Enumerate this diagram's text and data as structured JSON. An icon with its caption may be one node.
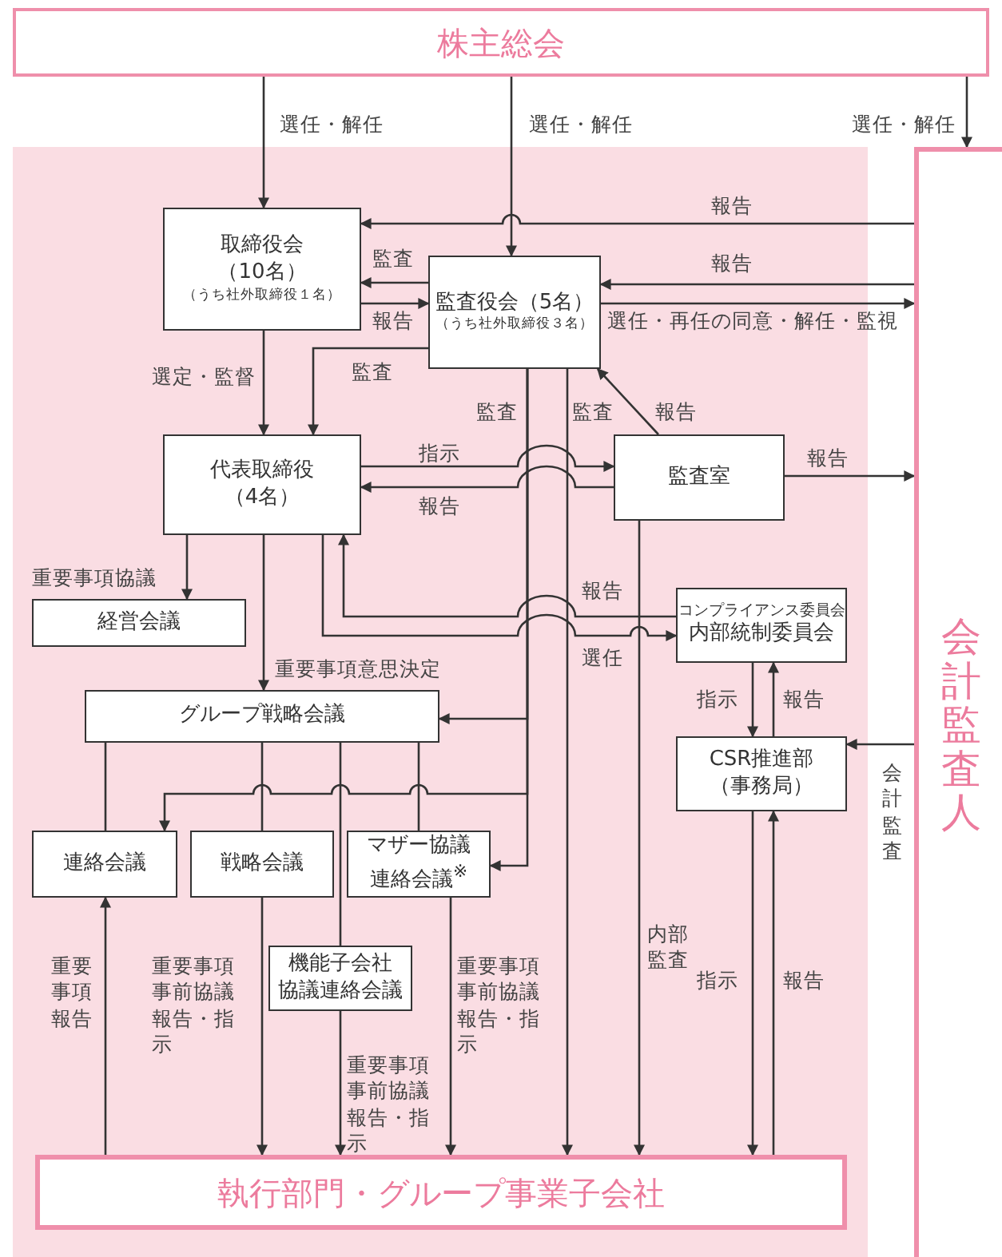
{
  "diagram": {
    "nodes": [
      {
        "text": [
          "株主総会"
        ]
      },
      {
        "text": [
          "取締役会",
          "（10名）",
          "（うち社外取締役１名）"
        ]
      },
      {
        "text": [
          "監査役会（5名）",
          "（うち社外取締役３名）"
        ]
      },
      {
        "text": [
          "代表取締役",
          "（4名）"
        ]
      },
      {
        "text": [
          "監査室"
        ]
      },
      {
        "text": [
          "経営会議"
        ]
      },
      {
        "text": [
          "コンプライアンス委員会",
          "内部統制委員会"
        ]
      },
      {
        "text": [
          "グループ戦略会議"
        ]
      },
      {
        "text": [
          "CSR推進部",
          "（事務局）"
        ]
      },
      {
        "text": [
          "連絡会議"
        ]
      },
      {
        "text": [
          "戦略会議"
        ]
      },
      {
        "text": [
          "マザー協議",
          "連絡会議$^{※}$"
        ]
      },
      {
        "text": [
          "機能子会社",
          "協議連絡会議"
        ]
      },
      {
        "text": [
          "執行部門・グループ事業子会社"
        ]
      },
      {
        "text": [
          "会計監査人"
        ]
      }
    ],
    "edges": [
      {
        "from": 0,
        "to": 1,
        "arrow": "to",
        "label": "選任・解任"
      },
      {
        "from": 0,
        "to": 2,
        "arrow": "to",
        "label": "選任・解任"
      },
      {
        "from": 0,
        "to": 14,
        "arrow": "to",
        "label": "選任・解任"
      },
      {
        "from": 14,
        "to": 1,
        "arrow": "to",
        "label": "報告"
      },
      {
        "from": 14,
        "to": 2,
        "arrow": "to",
        "label": "報告"
      },
      {
        "from": 2,
        "to": 14,
        "arrow": "to",
        "label": "選任・再任の同意・解任・監視"
      },
      {
        "from": 2,
        "to": 1,
        "arrow": "to",
        "label": "監査"
      },
      {
        "from": 1,
        "to": 2,
        "arrow": "to",
        "label": "報告"
      },
      {
        "from": 1,
        "to": 3,
        "arrow": "to",
        "label": "選定・監督"
      },
      {
        "from": 2,
        "to": 3,
        "arrow": "to",
        "label": "監査"
      },
      {
        "from": 3,
        "to": 4,
        "arrow": "to",
        "label": "指示"
      },
      {
        "from": 4,
        "to": 3,
        "arrow": "to",
        "label": "報告"
      },
      {
        "from": 4,
        "to": 2,
        "arrow": "to",
        "label": "報告"
      },
      {
        "from": 4,
        "to": 14,
        "arrow": "to",
        "label": "報告"
      },
      {
        "from": 3,
        "to": 5,
        "arrow": "to",
        "label": "重要事項協議"
      },
      {
        "from": 6,
        "to": 3,
        "arrow": "to",
        "label": "報告"
      },
      {
        "from": 3,
        "to": 6,
        "arrow": "to",
        "label": "選任"
      },
      {
        "from": 3,
        "to": 7,
        "arrow": "to",
        "label": "重要事項意思決定"
      },
      {
        "from": 2,
        "to": 7,
        "arrow": "to",
        "label": "監査"
      },
      {
        "from": 2,
        "to": 9,
        "arrow": "to"
      },
      {
        "from": 2,
        "to": 11,
        "arrow": "to"
      },
      {
        "from": 2,
        "to": 13,
        "arrow": "to",
        "label": "監査"
      },
      {
        "from": 7,
        "to": 9,
        "arrow": "none"
      },
      {
        "from": 7,
        "to": 10,
        "arrow": "none"
      },
      {
        "from": 7,
        "to": 12,
        "arrow": "none"
      },
      {
        "from": 7,
        "to": 11,
        "arrow": "none"
      },
      {
        "from": 13,
        "to": 9,
        "arrow": "to",
        "label": "重要事項報告"
      },
      {
        "from": 10,
        "to": 13,
        "arrow": "to",
        "label": "重要事項事前協議報告・指示"
      },
      {
        "from": 12,
        "to": 13,
        "arrow": "to",
        "label": "重要事項事前協議報告・指示"
      },
      {
        "from": 11,
        "to": 13,
        "arrow": "to",
        "label": "重要事項事前協議報告・指示"
      },
      {
        "from": 4,
        "to": 13,
        "arrow": "to",
        "label": "内部監査"
      },
      {
        "from": 6,
        "to": 8,
        "arrow": "to",
        "label": "指示"
      },
      {
        "from": 8,
        "to": 6,
        "arrow": "to",
        "label": "報告"
      },
      {
        "from": 8,
        "to": 13,
        "arrow": "to",
        "label": "指示"
      },
      {
        "from": 13,
        "to": 8,
        "arrow": "to",
        "label": "報告"
      },
      {
        "from": 14,
        "to": 8,
        "arrow": "to",
        "label": "会計監査"
      }
    ]
  }
}
